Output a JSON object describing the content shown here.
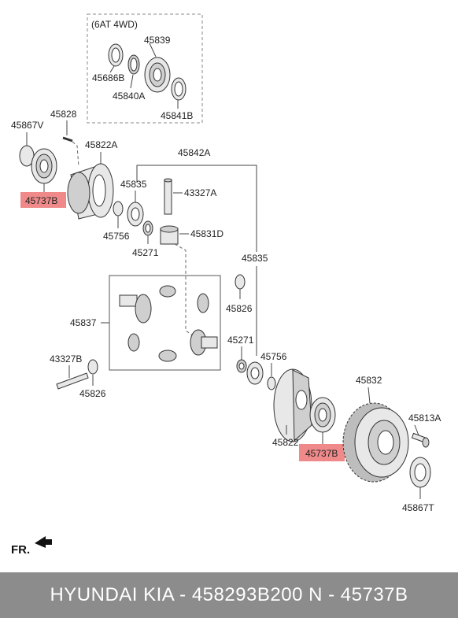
{
  "labels": {
    "variant": "(6AT 4WD)",
    "p45839": "45839",
    "p45686B": "45686B",
    "p45840A": "45840A",
    "p45841B": "45841B",
    "p45828": "45828",
    "p45867V": "45867V",
    "p45822A": "45822A",
    "p45842A": "45842A",
    "p45737B_top": "45737B",
    "p45835_top": "45835",
    "p43327A": "43327A",
    "p45756_top": "45756",
    "p45831D": "45831D",
    "p45271_top": "45271",
    "p45835_right": "45835",
    "p45826_right": "45826",
    "p45837": "45837",
    "p45271_right": "45271",
    "p45756_right": "45756",
    "p43327B": "43327B",
    "p45826_left": "45826",
    "p45832": "45832",
    "p45813A": "45813A",
    "p45822": "45822",
    "p45737B_bottom": "45737B",
    "p45867T": "45867T"
  },
  "highlight_color": "#f08a8a",
  "direction_label": "FR.",
  "footer_text": "HYUNDAI  KIA - 458293B200      N - 45737B"
}
